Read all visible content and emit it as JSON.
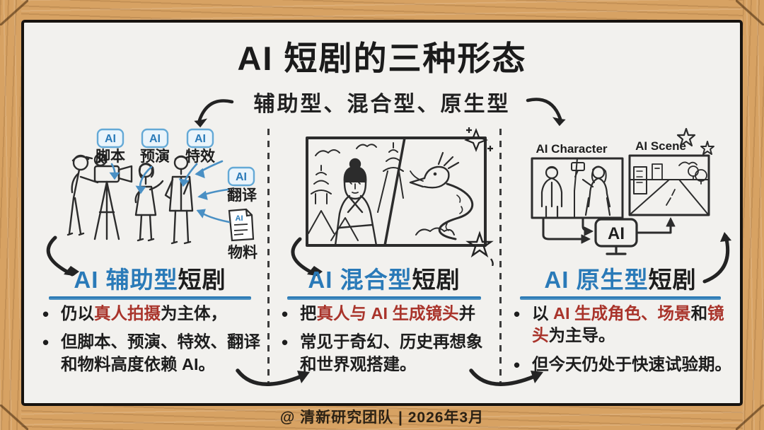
{
  "title": "AI 短剧的三种形态",
  "subtitle": "辅助型、混合型、原生型",
  "footer": "@ 清新研究团队 | 2026年3月",
  "badge_ai": "AI",
  "colors": {
    "accent_blue": "#2a7ab8",
    "accent_red": "#a9342b",
    "ink": "#262626",
    "wood": "#d7a263",
    "board": "#f2f1ee"
  },
  "left": {
    "labels": {
      "script": "脚本",
      "previz": "预演",
      "vfx": "特效",
      "translate": "翻译",
      "materials": "物料"
    },
    "heading_blue": "AI 辅助型",
    "heading_black": "短剧",
    "bullets": [
      {
        "pre": "仍以",
        "red": "真人拍摄",
        "mid": "",
        "red2": "",
        "post": "为主体，"
      },
      {
        "pre": "但脚本、预演、特效、翻译和物料高度依赖 AI。",
        "red": "",
        "mid": "",
        "red2": "",
        "post": ""
      }
    ]
  },
  "middle": {
    "heading_blue": "AI 混合型",
    "heading_black": "短剧",
    "bullets": [
      {
        "pre": "把",
        "red": "真人与 AI 生成镜头",
        "mid": "",
        "red2": "",
        "post": "并"
      },
      {
        "pre": "常见于奇幻、历史再想象和世界观搭建。",
        "red": "",
        "mid": "",
        "red2": "",
        "post": ""
      }
    ]
  },
  "right": {
    "panel_character_label": "AI Character",
    "panel_scene_label": "AI Scene",
    "monitor_label": "AI",
    "heading_blue": "AI 原生型",
    "heading_black": "短剧",
    "bullets": [
      {
        "pre": "以 ",
        "red": "AI 生成角色、场景",
        "mid": "和",
        "red2": "镜头",
        "post": "为主导。"
      },
      {
        "pre": "但今天仍处于快速试验期。",
        "red": "",
        "mid": "",
        "red2": "",
        "post": ""
      }
    ]
  }
}
